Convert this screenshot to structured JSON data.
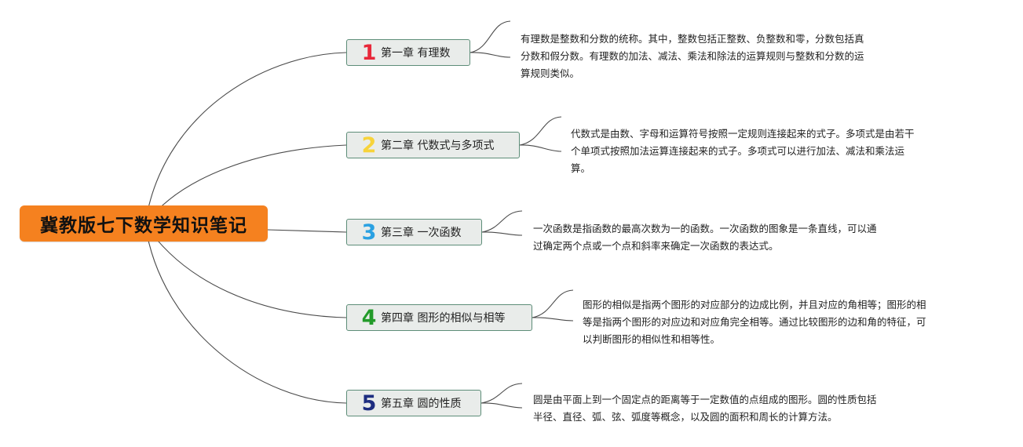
{
  "root": {
    "title": "冀教版七下数学知识笔记"
  },
  "chapters": [
    {
      "num": "1",
      "num_color": "#e8283a",
      "title": "第一章 有理数",
      "desc_lines": [
        "有理数是整数和分数的统称。其中，整数包括正整数、负整数和零，分数包括真",
        "分数和假分数。有理数的加法、减法、乘法和除法的运算规则与整数和分数的运",
        "算规则类似。"
      ]
    },
    {
      "num": "2",
      "num_color": "#f7d33b",
      "title": "第二章 代数式与多项式",
      "desc_lines": [
        "代数式是由数、字母和运算符号按照一定规则连接起来的式子。多项式是由若干",
        "个单项式按照加法运算连接起来的式子。多项式可以进行加法、减法和乘法运",
        "算。"
      ]
    },
    {
      "num": "3",
      "num_color": "#2aa1e2",
      "title": "第三章 一次函数",
      "desc_lines": [
        "一次函数是指函数的最高次数为一的函数。一次函数的图象是一条直线，可以通",
        "过确定两个点或一个点和斜率来确定一次函数的表达式。"
      ]
    },
    {
      "num": "4",
      "num_color": "#239b2a",
      "title": "第四章 图形的相似与相等",
      "desc_lines": [
        "图形的相似是指两个图形的对应部分的边成比例，并且对应的角相等；图形的相",
        "等是指两个图形的对应边和对应角完全相等。通过比较图形的边和角的特征，可",
        "以判断图形的相似性和相等性。"
      ]
    },
    {
      "num": "5",
      "num_color": "#1d2d80",
      "title": "第五章 圆的性质",
      "desc_lines": [
        "圆是由平面上到一个固定点的距离等于一定数值的点组成的图形。圆的性质包括",
        "半径、直径、弧、弦、弧度等概念，以及圆的面积和周长的计算方法。"
      ]
    }
  ]
}
